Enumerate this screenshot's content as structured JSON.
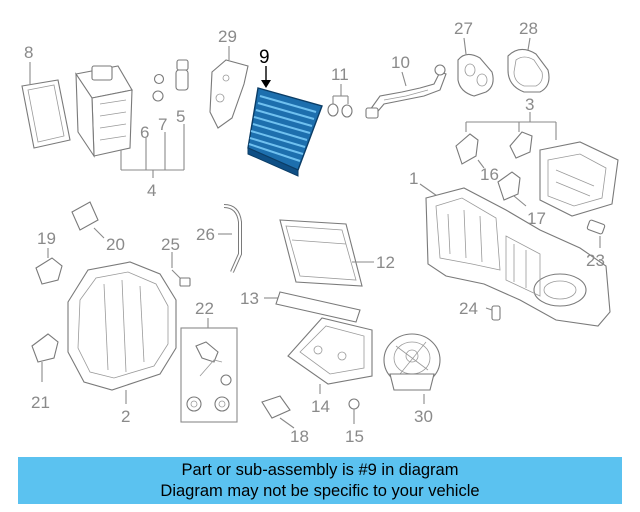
{
  "diagram": {
    "highlighted_part": "9",
    "highlight_color": "#2b86c4",
    "callouts": [
      "1",
      "2",
      "3",
      "4",
      "5",
      "6",
      "7",
      "8",
      "9",
      "10",
      "11",
      "12",
      "13",
      "14",
      "15",
      "16",
      "17",
      "18",
      "19",
      "20",
      "21",
      "22",
      "23",
      "24",
      "25",
      "26",
      "27",
      "28",
      "29",
      "30"
    ]
  },
  "banner": {
    "line1": "Part or sub-assembly is #9 in diagram",
    "line2": "Diagram may not be specific to your vehicle",
    "background": "#5bc2f0"
  }
}
